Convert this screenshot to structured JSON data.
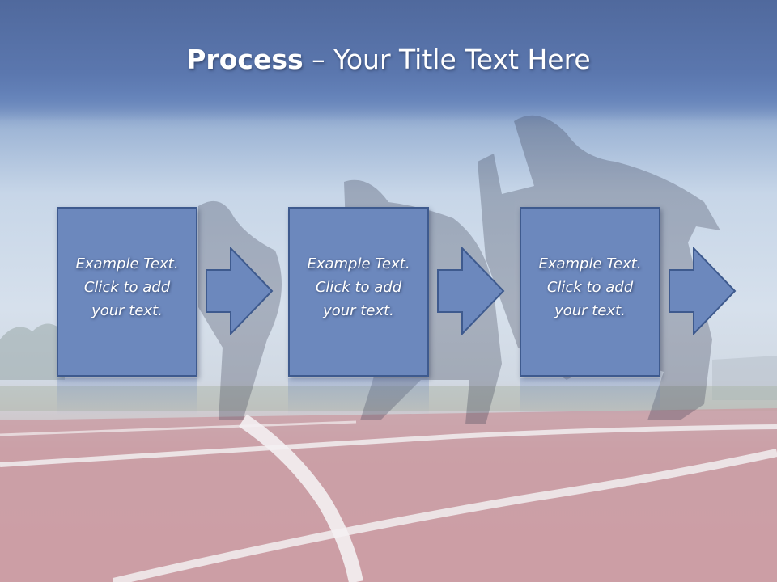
{
  "slide": {
    "title_bold": "Process",
    "title_rest": " – Your Title Text Here"
  },
  "steps": [
    {
      "line1": "Example Text.",
      "line2": "Click  to add",
      "line3": "your text."
    },
    {
      "line1": "Example Text.",
      "line2": "Click  to add",
      "line3": "your text."
    },
    {
      "line1": "Example Text.",
      "line2": "Click  to add",
      "line3": "your text."
    }
  ],
  "colors": {
    "header": "#5b77ae",
    "box_fill": "#6c88bd",
    "box_border": "#3e5a8e",
    "track": "#c9a0a6",
    "text": "#ffffff"
  },
  "background_image": "businessmen-racing-on-track-photo"
}
